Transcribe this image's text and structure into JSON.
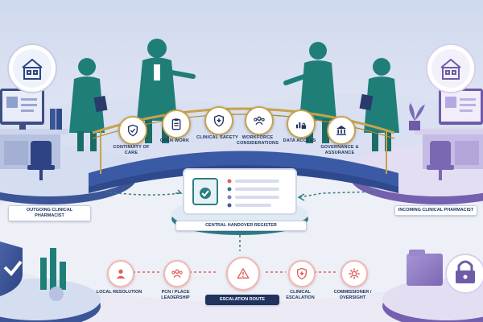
{
  "bridge_topics": [
    {
      "label": "Continuity of care",
      "icon": "shield-check-icon"
    },
    {
      "label": "Open work",
      "icon": "clipboard-list-icon"
    },
    {
      "label": "Clinical safety",
      "icon": "shield-cross-icon"
    },
    {
      "label": "Workforce considerations",
      "icon": "people-group-icon"
    },
    {
      "label": "Data access",
      "icon": "chart-lock-icon"
    },
    {
      "label": "Governance & assurance",
      "icon": "institution-icon"
    }
  ],
  "roles": {
    "outgoing": "Outgoing clinical pharmacist",
    "incoming": "Incoming clinical pharmacist"
  },
  "register": {
    "label": "Central handover register",
    "icon": "checklist-icon"
  },
  "escalation": [
    {
      "label": "Local resolution",
      "icon": "person-icon"
    },
    {
      "label": "PCN / place leadership",
      "icon": "people-group-icon"
    },
    {
      "label": "Escalation route",
      "icon": "warning-icon"
    },
    {
      "label": "Clinical escalation",
      "icon": "shield-cross-icon"
    },
    {
      "label": "Commissioner / oversight",
      "icon": "gear-icon"
    }
  ],
  "colors": {
    "navy": "#20335f",
    "teal": "#1f7f78",
    "accent_red": "#e0605a",
    "purple": "#8c7bc0",
    "gold": "#c9a24a"
  }
}
